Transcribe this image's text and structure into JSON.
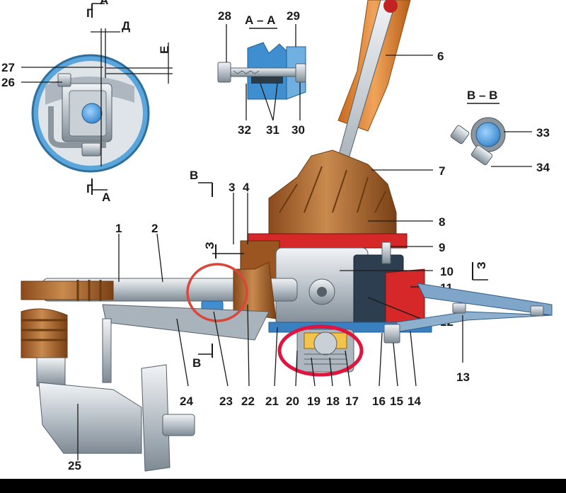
{
  "labels": {
    "n1": "1",
    "n2": "2",
    "n3": "3",
    "n4": "4",
    "n6": "6",
    "n7": "7",
    "n8": "8",
    "n9": "9",
    "n10": "10",
    "n11": "11",
    "n12": "12",
    "n13": "13",
    "n14": "14",
    "n15": "15",
    "n16": "16",
    "n17": "17",
    "n18": "18",
    "n19": "19",
    "n20": "20",
    "n21": "21",
    "n22": "22",
    "n23": "23",
    "n24": "24",
    "n25": "25",
    "n26": "26",
    "n27": "27",
    "n28": "28",
    "n29": "29",
    "n30": "30",
    "n31": "31",
    "n32": "32",
    "n33": "33",
    "n34": "34"
  },
  "sections": {
    "aa": "А – А",
    "bb": "В – В",
    "sec_a": "А",
    "sec_b": "В",
    "sec_z": "З",
    "sec_g": "Г",
    "dim_d": "Д",
    "dim_e": "Е"
  },
  "colors": {
    "highlight_circle_red": "#d9473a",
    "highlight_circle_magenta": "#e0143c",
    "rubber_orange": "#c47a3a",
    "part_blue": "#3f8fd0",
    "part_red": "#d62828"
  }
}
